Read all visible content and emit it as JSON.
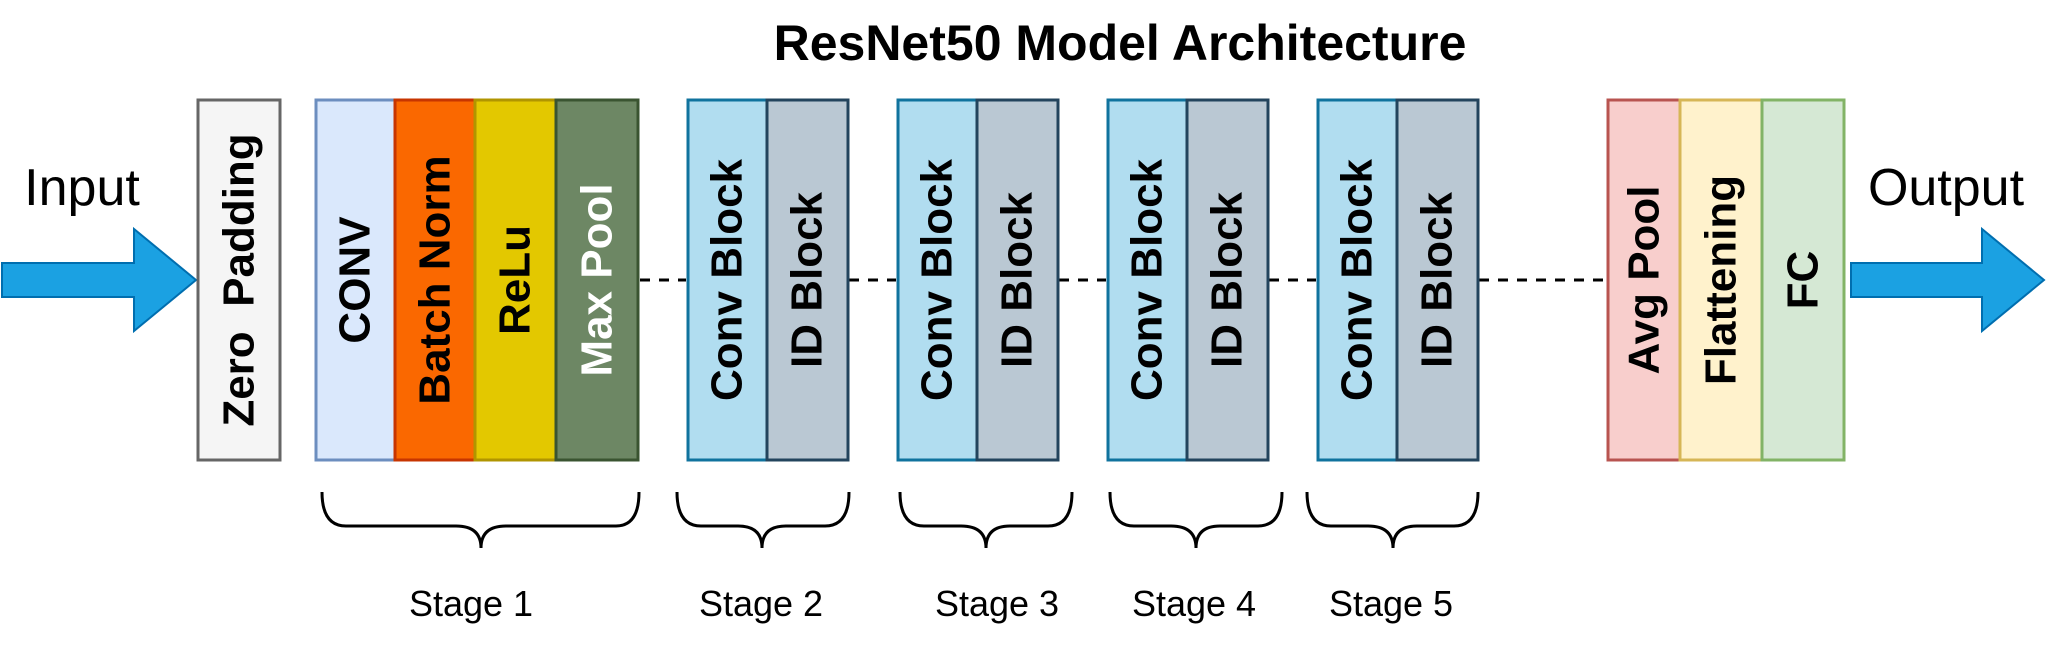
{
  "title": "ResNet50 Model Architecture",
  "input_label": "Input",
  "output_label": "Output",
  "colors": {
    "arrow": "#1ba1e2",
    "arrow_stroke": "#006eaf",
    "zero_padding": "#f5f5f5",
    "conv": "#dae8fc",
    "batch_norm": "#fa6800",
    "relu": "#e3c800",
    "max_pool": "#6d8764",
    "conv_block": "#b1ddf0",
    "id_block": "#bac8d3",
    "avg_pool": "#f8cecc",
    "flattening": "#fff2cc",
    "fc": "#d5e8d4"
  },
  "blocks": {
    "zero_padding": "Zero  Padding",
    "conv": "CONV",
    "batch_norm": "Batch Norm",
    "relu": "ReLu",
    "max_pool": "Max Pool",
    "conv_block": "Conv Block",
    "id_block": "ID Block",
    "avg_pool": "Avg Pool",
    "flattening": "Flattening",
    "fc": "FC"
  },
  "stages": [
    "Stage 1",
    "Stage 2",
    "Stage 3",
    "Stage 4",
    "Stage 5"
  ]
}
